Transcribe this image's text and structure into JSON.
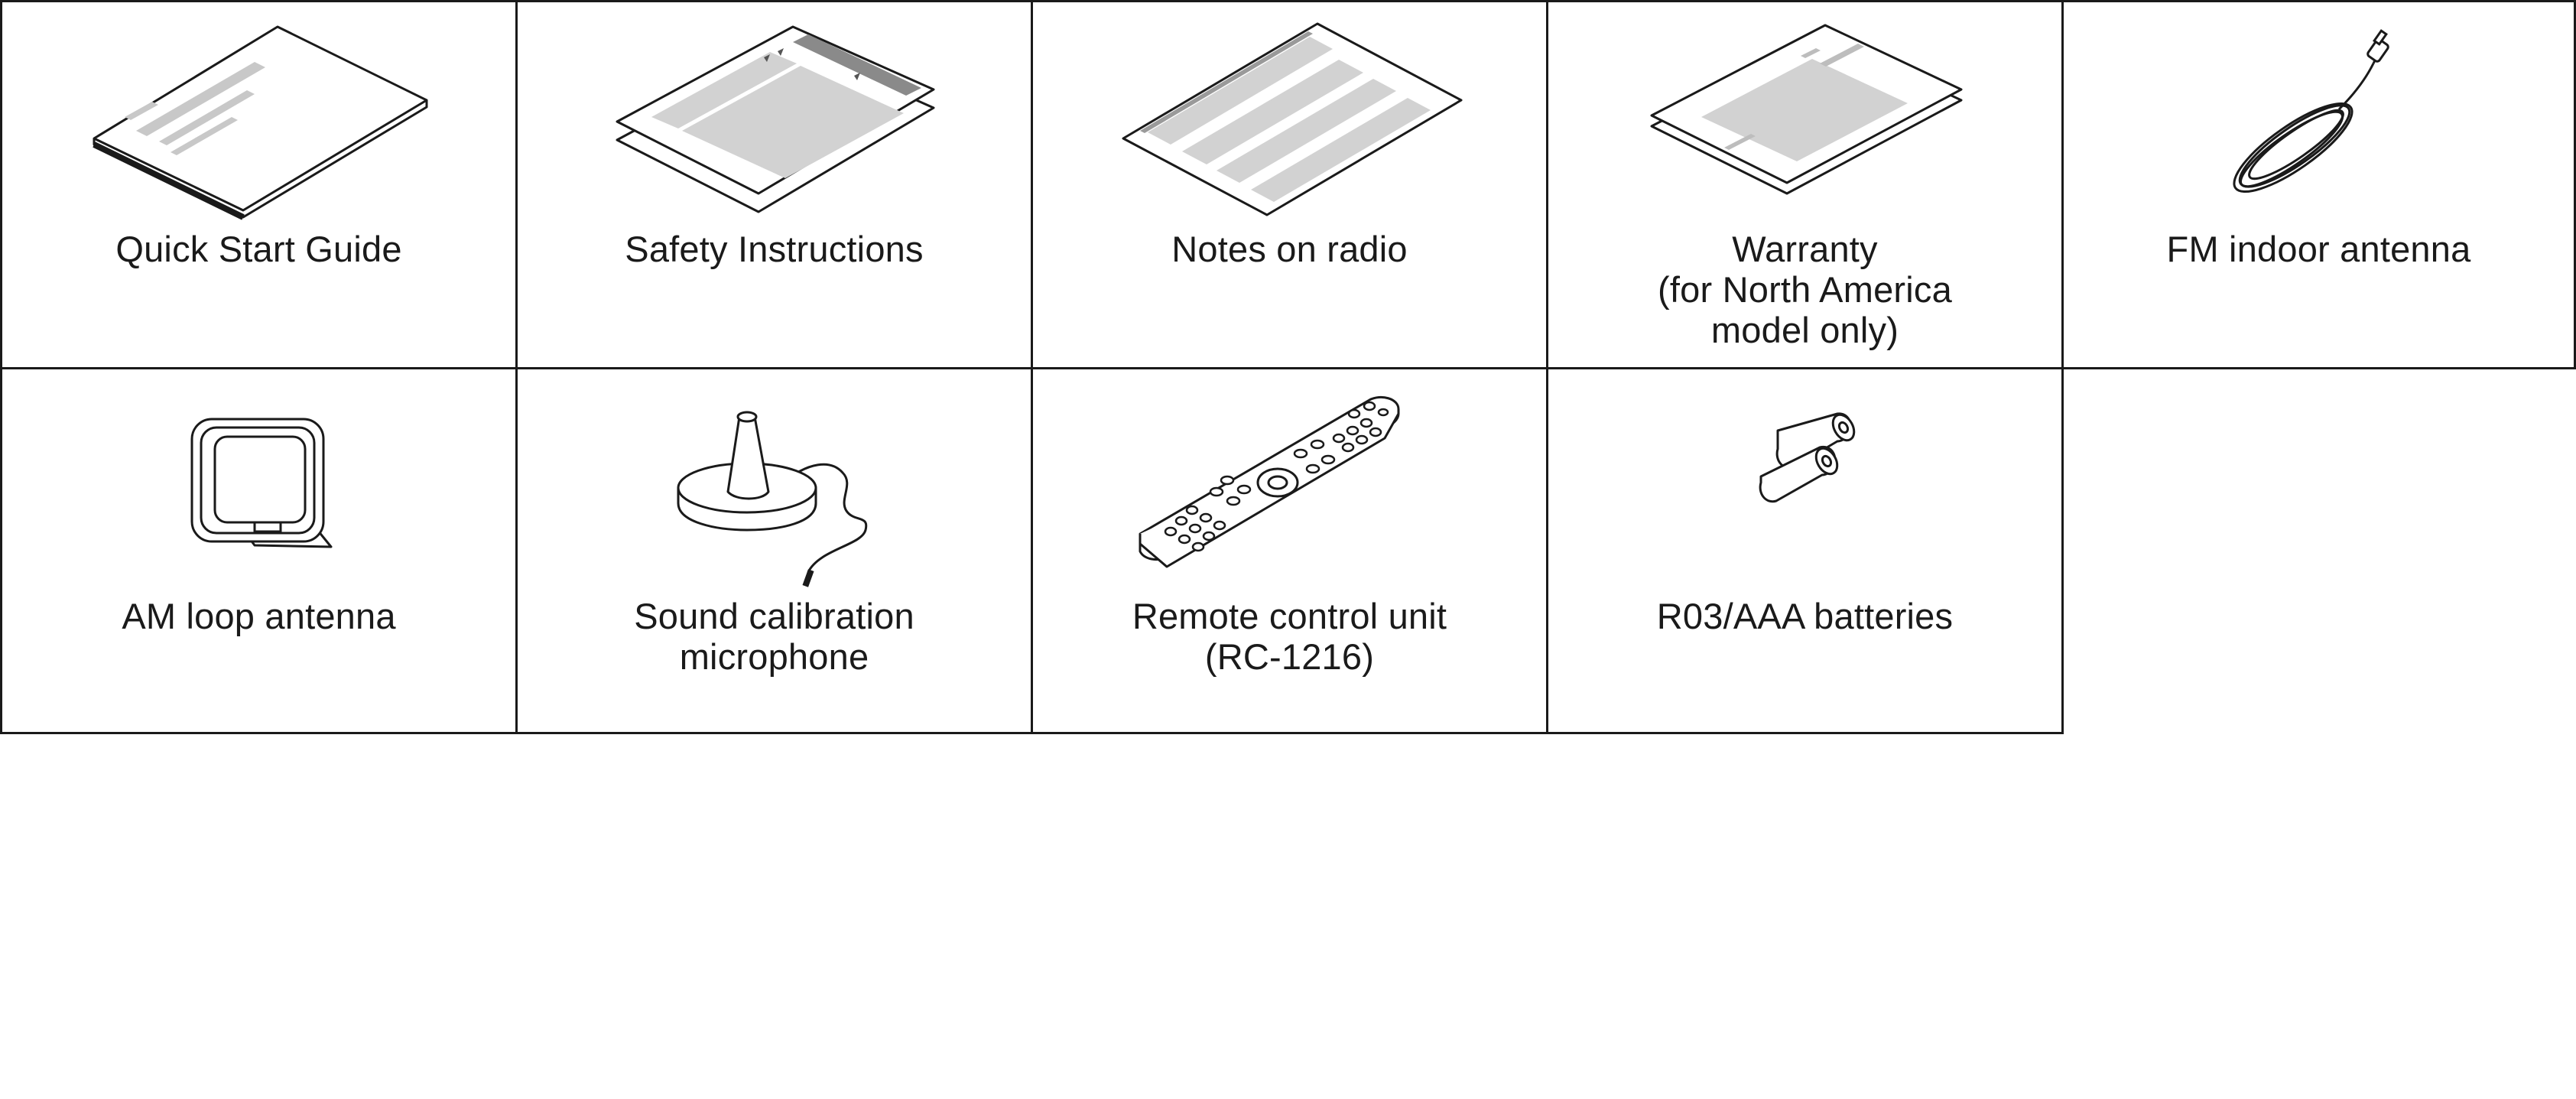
{
  "accessories": [
    {
      "id": "quick-start-guide",
      "label": "Quick Start Guide",
      "icon": "booklet-icon"
    },
    {
      "id": "safety-instructions",
      "label": "Safety Instructions",
      "icon": "folded-sheet-icon"
    },
    {
      "id": "notes-on-radio",
      "label": "Notes on radio",
      "icon": "sheet-icon"
    },
    {
      "id": "warranty",
      "label": "Warranty\n(for North America\nmodel only)",
      "icon": "folded-leaflet-icon"
    },
    {
      "id": "fm-indoor-antenna",
      "label": "FM indoor antenna",
      "icon": "coiled-wire-antenna-icon"
    },
    {
      "id": "am-loop-antenna",
      "label": "AM loop antenna",
      "icon": "loop-antenna-icon"
    },
    {
      "id": "sound-calibration-microphone",
      "label": "Sound calibration\nmicrophone",
      "icon": "microphone-icon"
    },
    {
      "id": "remote-control-unit",
      "label": "Remote control unit\n(RC-1216)",
      "icon": "remote-control-icon"
    },
    {
      "id": "batteries",
      "label": "R03/AAA batteries",
      "icon": "batteries-icon"
    }
  ]
}
